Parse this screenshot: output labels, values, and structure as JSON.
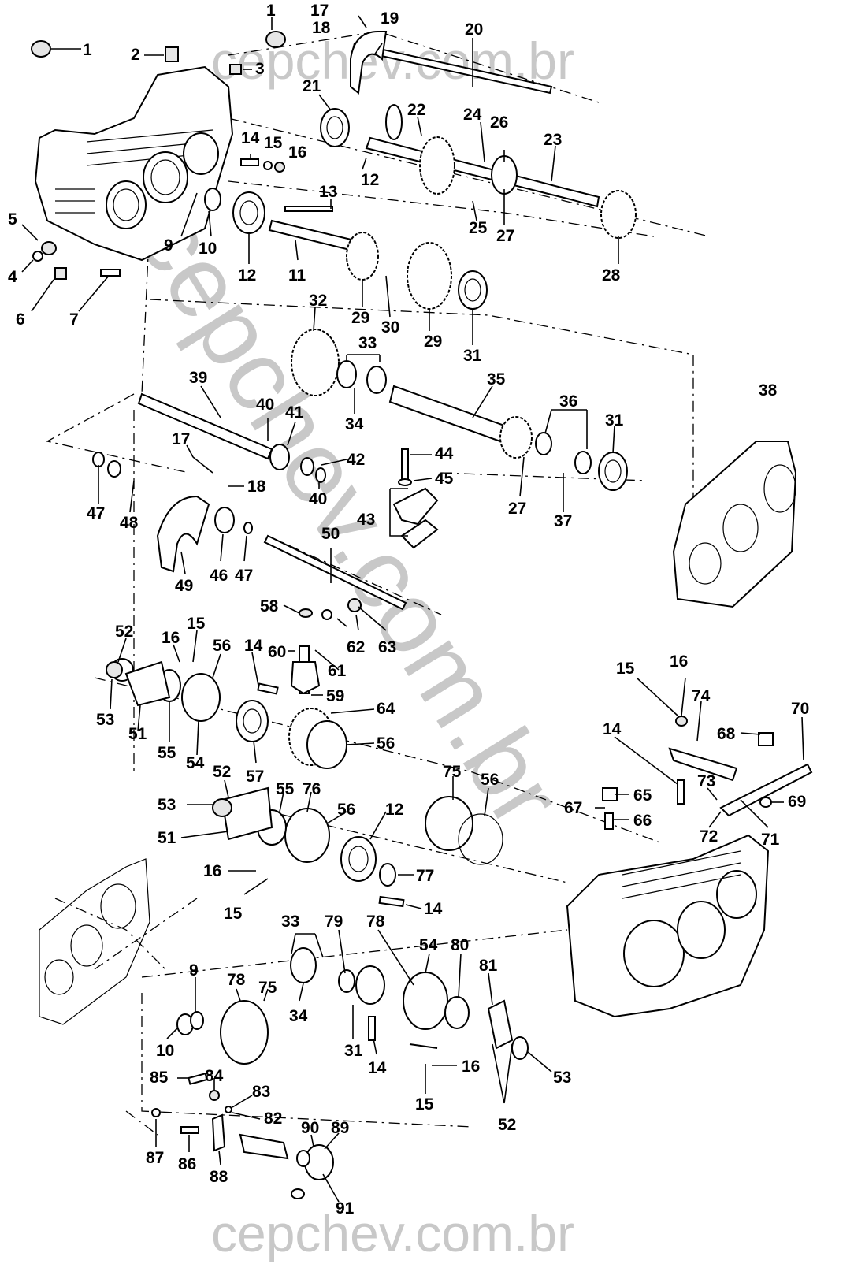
{
  "diagram": {
    "title": "Transfer case exploded parts diagram",
    "watermark_top": "cepchev.com.br",
    "watermark_bottom": "cepchev.com.br",
    "watermark_diagonal": "cepchev.com.br"
  },
  "labels": {
    "l1a": "1",
    "l1b": "1",
    "l2": "2",
    "l3": "3",
    "l4": "4",
    "l5": "5",
    "l6": "6",
    "l7": "7",
    "l9a": "9",
    "l9b": "9",
    "l10a": "10",
    "l10b": "10",
    "l11": "11",
    "l12a": "12",
    "l12b": "12",
    "l12c": "12",
    "l13": "13",
    "l14a": "14",
    "l14b": "14",
    "l14c": "14",
    "l14d": "14",
    "l14e": "14",
    "l15a": "15",
    "l15b": "15",
    "l15c": "15",
    "l15d": "15",
    "l15e": "15",
    "l16a": "16",
    "l16b": "16",
    "l16c": "16",
    "l16d": "16",
    "l16e": "16",
    "l17a": "17",
    "l17b": "17",
    "l18a": "18",
    "l18b": "18",
    "l19": "19",
    "l20": "20",
    "l21": "21",
    "l22": "22",
    "l23": "23",
    "l24": "24",
    "l25": "25",
    "l26": "26",
    "l27a": "27",
    "l27b": "27",
    "l28": "28",
    "l29a": "29",
    "l29b": "29",
    "l30": "30",
    "l31a": "31",
    "l31b": "31",
    "l31c": "31",
    "l32": "32",
    "l33a": "33",
    "l33b": "33",
    "l34a": "34",
    "l34b": "34",
    "l35": "35",
    "l36": "36",
    "l37": "37",
    "l38": "38",
    "l39": "39",
    "l40a": "40",
    "l40b": "40",
    "l41": "41",
    "l42": "42",
    "l43": "43",
    "l44": "44",
    "l45": "45",
    "l46": "46",
    "l47a": "47",
    "l47b": "47",
    "l48": "48",
    "l49": "49",
    "l50": "50",
    "l51a": "51",
    "l51b": "51",
    "l52a": "52",
    "l52b": "52",
    "l52c": "52",
    "l53a": "53",
    "l53b": "53",
    "l53c": "53",
    "l54a": "54",
    "l54b": "54",
    "l55a": "55",
    "l55b": "55",
    "l56a": "56",
    "l56b": "56",
    "l56c": "56",
    "l56d": "56",
    "l57": "57",
    "l58": "58",
    "l59": "59",
    "l60": "60",
    "l61": "61",
    "l62": "62",
    "l63": "63",
    "l64": "64",
    "l65": "65",
    "l66": "66",
    "l67": "67",
    "l68": "68",
    "l69": "69",
    "l70": "70",
    "l71": "71",
    "l72": "72",
    "l73": "73",
    "l74": "74",
    "l75a": "75",
    "l75b": "75",
    "l76": "76",
    "l77": "77",
    "l78a": "78",
    "l78b": "78",
    "l79": "79",
    "l80": "80",
    "l81": "81",
    "l82": "82",
    "l83": "83",
    "l84": "84",
    "l85": "85",
    "l86": "86",
    "l87": "87",
    "l88": "88",
    "l89": "89",
    "l90": "90",
    "l91": "91"
  }
}
